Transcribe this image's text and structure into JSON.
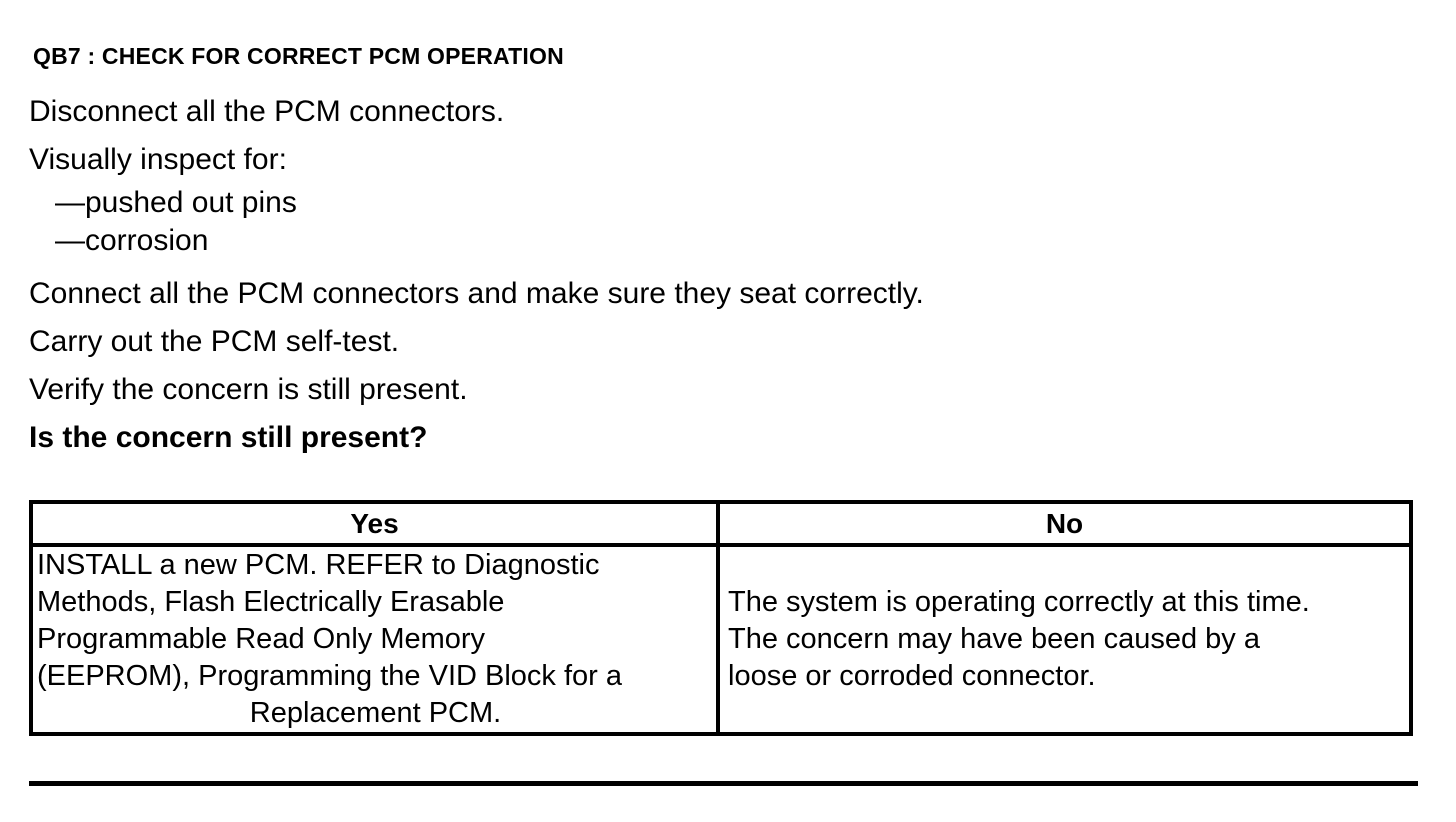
{
  "document": {
    "step_heading": "QB7 : CHECK FOR CORRECT PCM OPERATION",
    "instructions": [
      {
        "text": "Disconnect all the PCM connectors.",
        "bold": false
      },
      {
        "text": "Visually inspect for:",
        "bold": false
      }
    ],
    "inspect_items": [
      "—pushed out pins",
      "—corrosion"
    ],
    "instructions_after_list": [
      {
        "text": "Connect all the PCM connectors and make sure they seat correctly.",
        "bold": false
      },
      {
        "text": "Carry out the PCM self-test.",
        "bold": false
      },
      {
        "text": "Verify the concern is still present.",
        "bold": false
      },
      {
        "text": "Is the concern still present?",
        "bold": true
      }
    ],
    "question": "Is the concern still present?"
  },
  "decision_table": {
    "headers": {
      "yes": "Yes",
      "no": "No"
    },
    "yes_cell": {
      "lines": [
        "INSTALL a new PCM. REFER to Diagnostic",
        "Methods,  Flash Electrically Erasable",
        "Programmable Read Only Memory",
        "(EEPROM), Programming the VID Block for a"
      ],
      "last_line": "Replacement PCM.",
      "full_text": "INSTALL a new PCM. REFER to Diagnostic Methods, Flash Electrically Erasable Programmable Read Only Memory (EEPROM), Programming the VID Block for a Replacement PCM."
    },
    "no_cell": {
      "lines": [
        "The system is operating correctly at this time.",
        "The concern may have been caused by a",
        "loose or corroded connector."
      ],
      "full_text": "The system is operating correctly at this time. The concern may have been caused by a loose or corroded connector."
    }
  },
  "colors": {
    "text": "#000000",
    "background": "#ffffff",
    "rule": "#000000"
  }
}
